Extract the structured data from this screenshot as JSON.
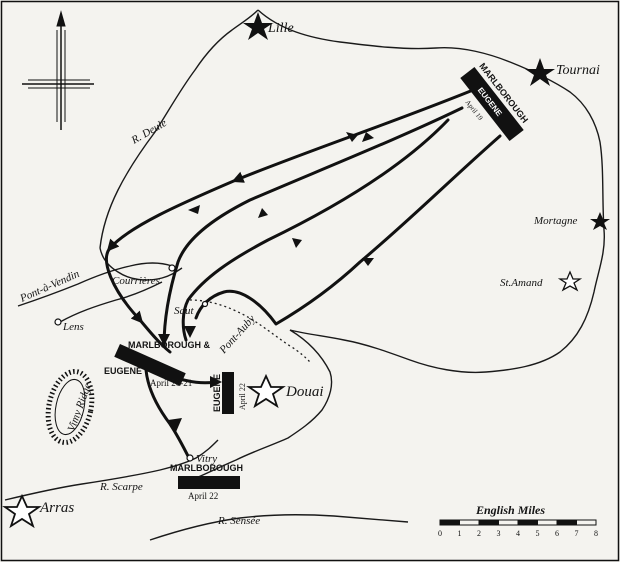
{
  "towns": {
    "lille": "Lille",
    "tournai": "Tournai",
    "mortagne": "Mortagne",
    "st_amand": "St.Amand",
    "pont_a_vendin": "Pont-à-Vendin",
    "courrieres": "Courrières",
    "lens": "Lens",
    "saut": "Saut",
    "pont_auby": "Pont-Auby",
    "douai": "Douai",
    "vitry": "Vitry",
    "arras": "Arras"
  },
  "rivers": {
    "deule": "R. Deule",
    "scarpe": "R. Scarpe",
    "sensee": "R. Sensée"
  },
  "features": {
    "vimy_ridge": "Vimy Ridge"
  },
  "armies": {
    "start_marlborough": "MARLBOROUGH",
    "start_eugene": "EUGENE",
    "start_date": "April 19",
    "combined_label_1": "MARLBOROUGH &",
    "combined_label_2": "EUGENE",
    "combined_date": "April 20-21",
    "eugene_label": "EUGENE",
    "eugene_date": "April 22",
    "vitry_marlborough": "MARLBOROUGH",
    "vitry_date": "April 22"
  },
  "scale": {
    "title": "English Miles",
    "ticks": [
      "0",
      "1",
      "2",
      "3",
      "4",
      "5",
      "6",
      "7",
      "8"
    ]
  },
  "colors": {
    "ink": "#111111",
    "paper": "#f4f3ef"
  },
  "icons": {
    "north": "compass-cross-icon",
    "city": "star-marker-icon",
    "town": "outline-star-icon"
  }
}
